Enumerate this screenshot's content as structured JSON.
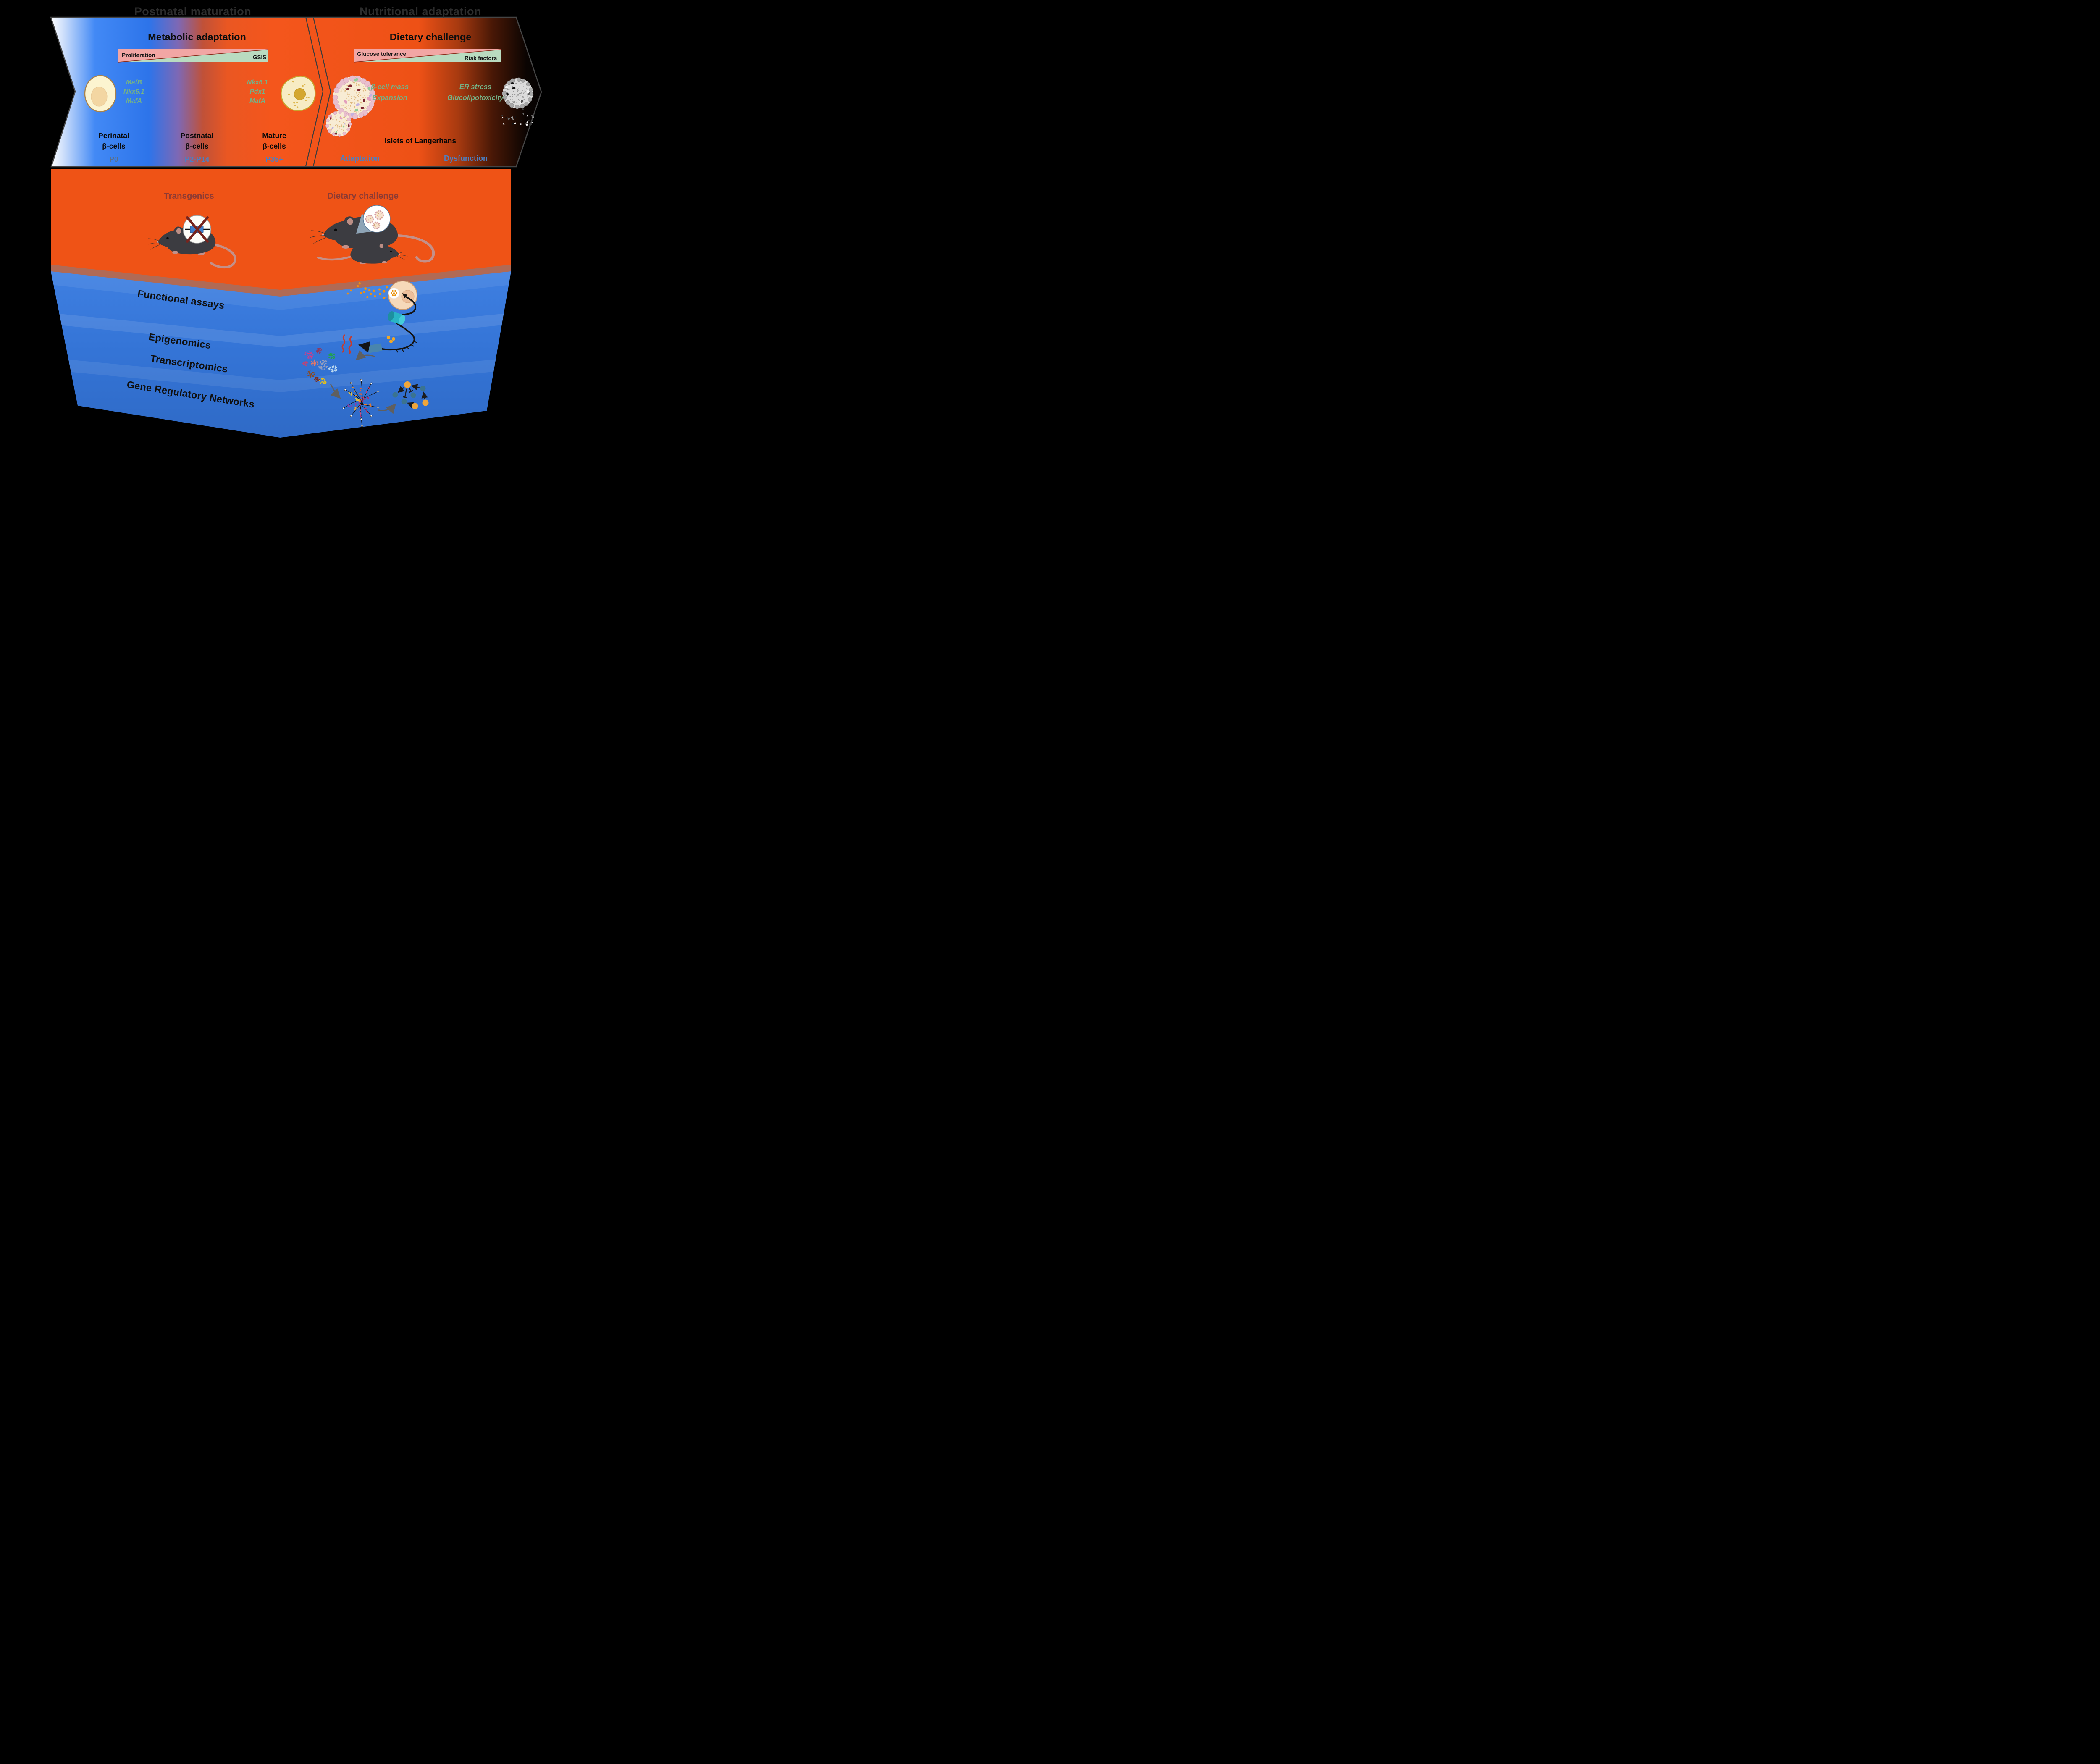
{
  "banner": {
    "postnatal_title": "Postnatal maturation",
    "nutritional_title": "Nutritional adaptation",
    "metabolic": {
      "header": "Metabolic adaptation",
      "scale": {
        "left": "Proliferation",
        "right": "GSIS"
      },
      "perinatal_genes": [
        "MafB",
        "Nkx6.1",
        "MafA"
      ],
      "mature_genes": [
        "Nkx6.1",
        "Pdx1",
        "MafA"
      ],
      "stages": [
        {
          "line1": "Perinatal",
          "line2": "β-cells",
          "age": "P0"
        },
        {
          "line1": "Postnatal",
          "line2": "β-cells",
          "age": "P2-P14"
        },
        {
          "line1": "Mature",
          "line2": "β-cells",
          "age": "P35+"
        }
      ]
    },
    "dietary": {
      "header": "Dietary challenge",
      "scale": {
        "left": "Glucose tolerance",
        "right": "Risk factors"
      },
      "adaptation_note": [
        "β-cell mass",
        "Expansion"
      ],
      "dysfunction_note": [
        "ER stress",
        "Glucolipotoxicity"
      ],
      "caption": "Islets of Langerhans",
      "outcome_left": "Adaptation",
      "outcome_right": "Dysfunction"
    }
  },
  "models_band": {
    "transgenics_label": "Transgenics",
    "dietary_label": "Dietary challenge"
  },
  "omics_band": {
    "layers": [
      "Functional assays",
      "Epigenomics",
      "Transcriptomics",
      "Gene Regulatory Networks"
    ]
  },
  "colors": {
    "background": "#000000",
    "banner_blue": "#2d74ea",
    "banner_orange": "#f4561c",
    "orange_band": "#ef5316",
    "blue_band": "#3a7ad8",
    "brick_stripe": "#b06a55",
    "green_text": "#74b287",
    "blue_text": "#4b80c4",
    "gray_blue_text": "#5b7089",
    "maroon_text": "#8e3b33",
    "scale_pink": "#f2a6a4",
    "scale_green": "#b9dbc0"
  },
  "illustrations": [
    "perinatal-beta-cell-icon",
    "mature-beta-cell-icon",
    "islet-icon",
    "islet-small-icon",
    "stressed-islet-icon",
    "knockout-mouse-icon",
    "gene-knockout-symbol-icon",
    "hfd-mouse-icon",
    "islet-callout-icon",
    "control-mouse-icon",
    "secreting-beta-cell-icon",
    "patch-sequencing-icon",
    "rna-icon",
    "tsne-clusters-icon",
    "trajectory-graph-icon",
    "gene-network-icon"
  ]
}
